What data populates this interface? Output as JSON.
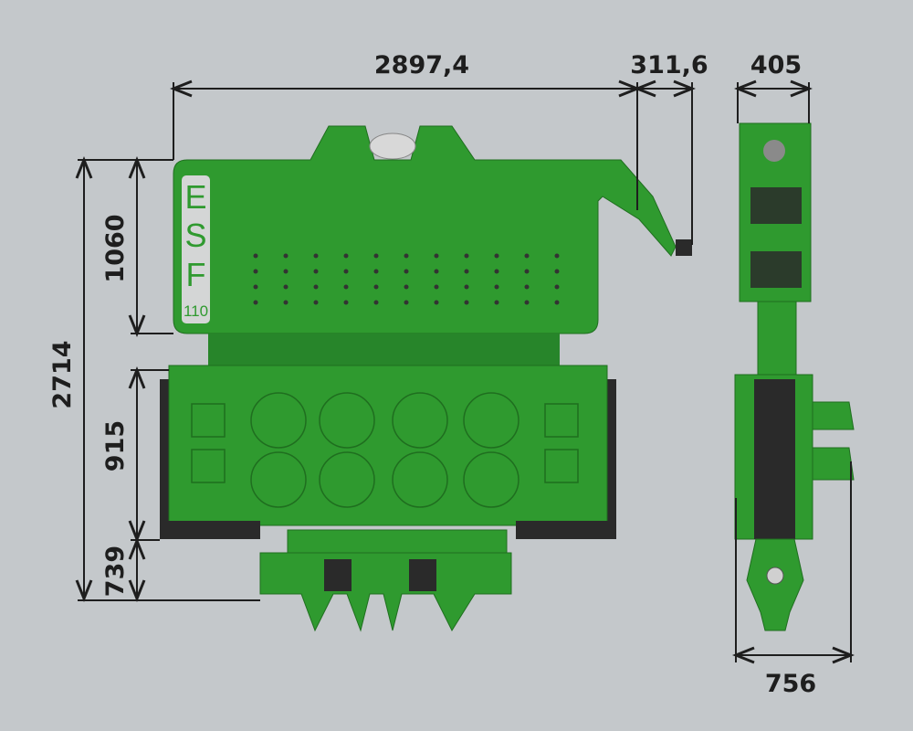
{
  "dimensions": {
    "overall_width": "2897,4",
    "arm_offset": "311,6",
    "side_width": "405",
    "side_base_width": "756",
    "overall_height": "2714",
    "upper_height": "1060",
    "body_height": "915",
    "clamp_height": "739"
  },
  "logo": {
    "letters": [
      "E",
      "S",
      "F"
    ],
    "model": "110"
  },
  "colors": {
    "machine": "#2f9a2f",
    "background": "#c4c8cb",
    "lines": "#1e1e1e"
  }
}
